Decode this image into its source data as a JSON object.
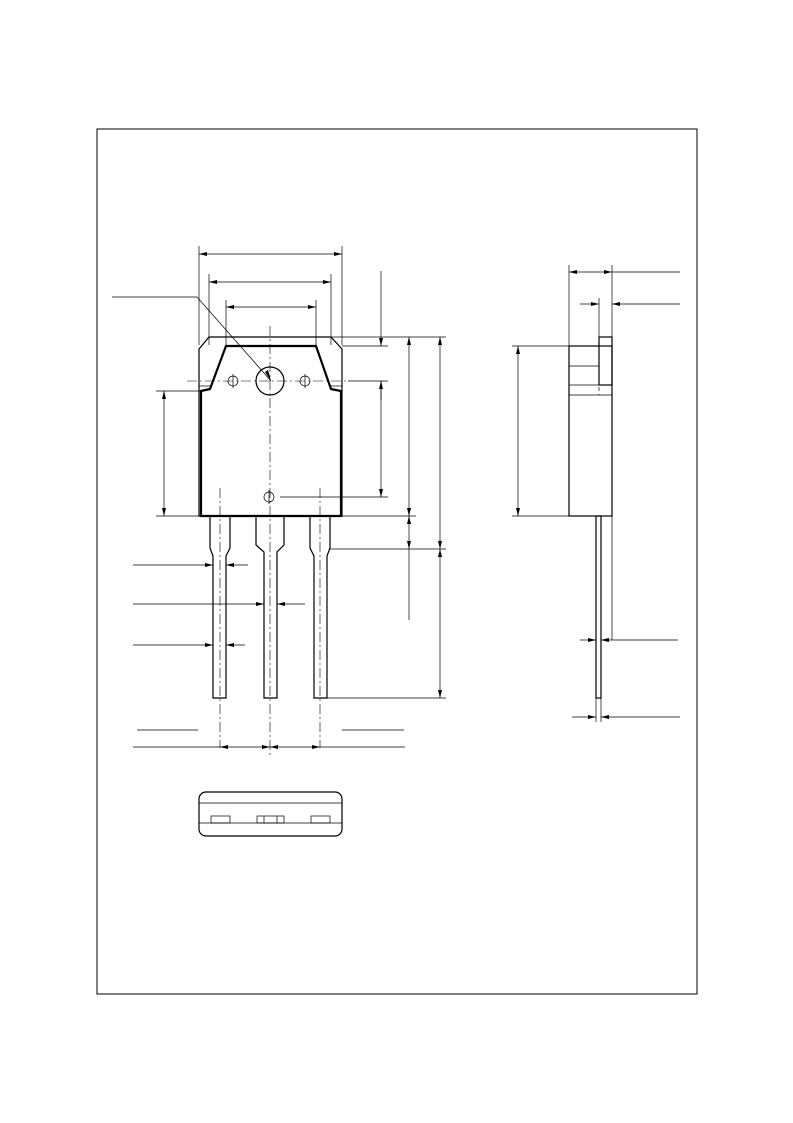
{
  "drawing": {
    "frame": "page-frame",
    "views": [
      "front-view",
      "side-view",
      "bottom-view"
    ],
    "colors": {
      "ink": "#000000",
      "paper": "#ffffff"
    }
  }
}
